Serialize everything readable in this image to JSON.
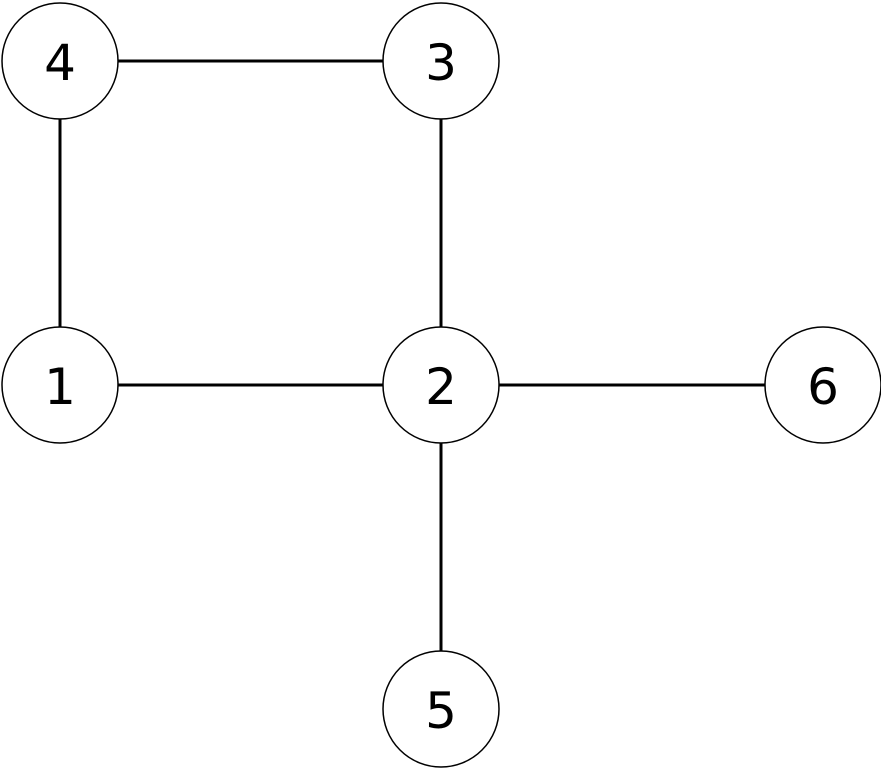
{
  "diagram": {
    "type": "undirected-graph",
    "colors": {
      "stroke": "#000000",
      "node_fill": "#ffffff",
      "background": "#ffffff"
    },
    "nodes": [
      {
        "id": "4",
        "label": "4"
      },
      {
        "id": "3",
        "label": "3"
      },
      {
        "id": "1",
        "label": "1"
      },
      {
        "id": "2",
        "label": "2"
      },
      {
        "id": "6",
        "label": "6"
      },
      {
        "id": "5",
        "label": "5"
      }
    ],
    "edges": [
      {
        "from": "4",
        "to": "3"
      },
      {
        "from": "4",
        "to": "1"
      },
      {
        "from": "3",
        "to": "2"
      },
      {
        "from": "1",
        "to": "2"
      },
      {
        "from": "2",
        "to": "6"
      },
      {
        "from": "2",
        "to": "5"
      }
    ]
  }
}
